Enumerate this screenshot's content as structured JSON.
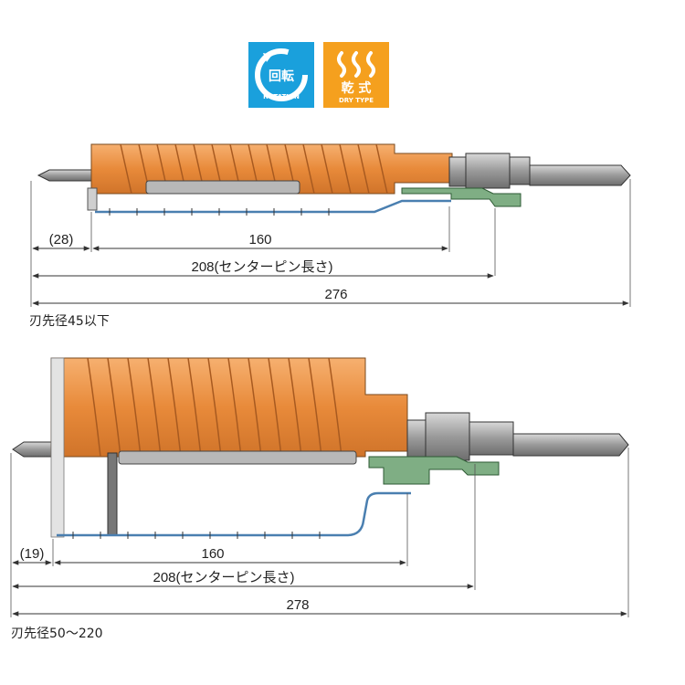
{
  "badges": {
    "rotation": {
      "label_jp": "回転",
      "label_en": "ROTATION",
      "color": "#1aa0dc"
    },
    "dry": {
      "label_jp": "乾 式",
      "label_en": "DRY TYPE",
      "color": "#f5a01e"
    }
  },
  "colors": {
    "body_orange": "#e88a3a",
    "body_orange_light": "#f6b070",
    "metal_gray": "#9a9a9a",
    "metal_dark": "#6e6e6e",
    "guide_green": "#7fae84",
    "guide_blue": "#4a7fb0",
    "line": "#333333"
  },
  "diagrams": [
    {
      "dimensions": {
        "tip": "(28)",
        "core": "160",
        "center_pin": "208(センターピン長さ)",
        "total": "276"
      },
      "caption": "刃先径45以下"
    },
    {
      "dimensions": {
        "tip": "(19)",
        "core": "160",
        "center_pin": "208(センターピン長さ)",
        "total": "278"
      },
      "caption": "刃先径50～220"
    }
  ]
}
